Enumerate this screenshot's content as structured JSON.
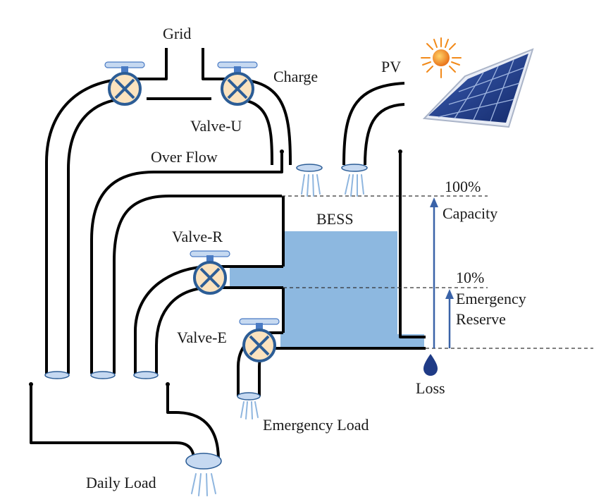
{
  "labels": {
    "grid": "Grid",
    "charge": "Charge",
    "pv": "PV",
    "valve_u": "Valve-U",
    "over_flow": "Over Flow",
    "bess": "BESS",
    "valve_r": "Valve-R",
    "valve_e": "Valve-E",
    "pct_100": "100%",
    "capacity": "Capacity",
    "pct_10": "10%",
    "emergency": "Emergency",
    "reserve": "Reserve",
    "loss": "Loss",
    "emergency_load": "Emergency Load",
    "daily_load": "Daily Load"
  },
  "colors": {
    "water": "#8db8e0",
    "valve_fill": "#fbe3bf",
    "valve_handle": "#4a7bc4",
    "arrow": "#3a63a8",
    "panel": "#1f3b86",
    "sun": "#f28a1a"
  },
  "icons": {
    "sun": "sun-icon",
    "solar_panel": "solar-panel-icon",
    "valve": "valve-icon",
    "droplet": "droplet-icon"
  }
}
